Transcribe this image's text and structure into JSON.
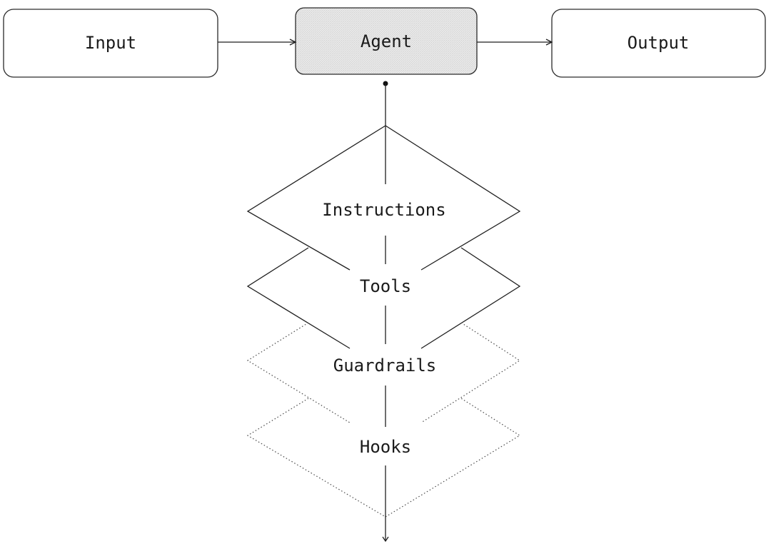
{
  "nodes": {
    "input": {
      "label": "Input"
    },
    "agent": {
      "label": "Agent"
    },
    "output": {
      "label": "Output"
    }
  },
  "layers": [
    {
      "label": "Instructions",
      "style": "solid"
    },
    {
      "label": "Tools",
      "style": "solid"
    },
    {
      "label": "Guardrails",
      "style": "dotted"
    },
    {
      "label": "Hooks",
      "style": "dotted"
    }
  ],
  "colors": {
    "agent_fill": "#e6e6e6",
    "line": "#1f1f1f",
    "background": "#ffffff"
  }
}
